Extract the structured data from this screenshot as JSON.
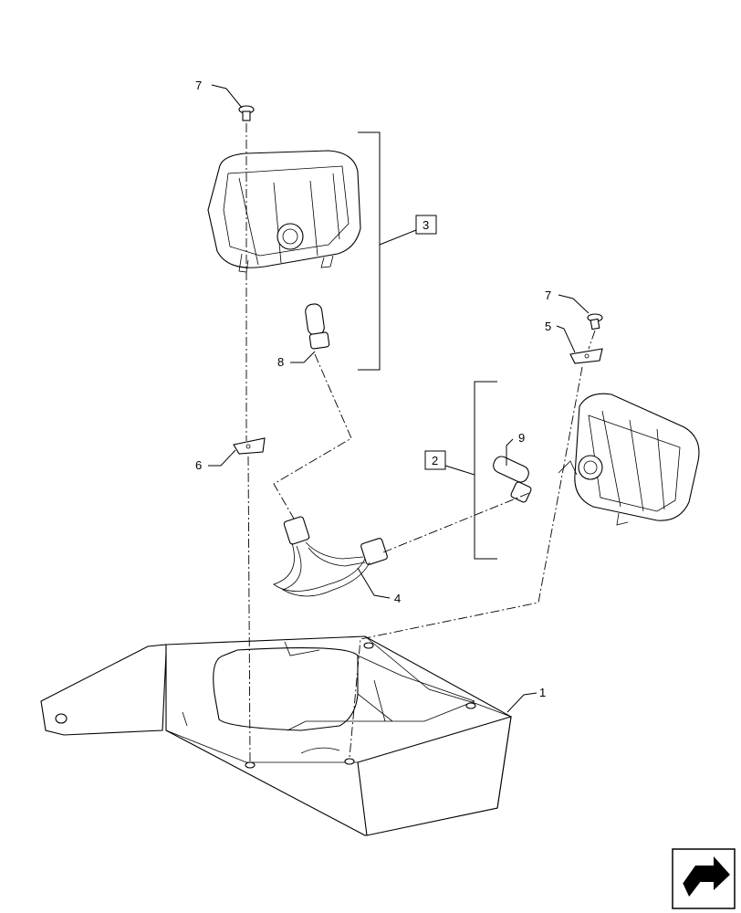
{
  "callouts": {
    "c1": "1",
    "c2": "2",
    "c3": "3",
    "c4": "4",
    "c5": "5",
    "c6": "6",
    "c7a": "7",
    "c7b": "7",
    "c8": "8",
    "c9": "9"
  },
  "nav_icon": "next-page-arrow-icon"
}
